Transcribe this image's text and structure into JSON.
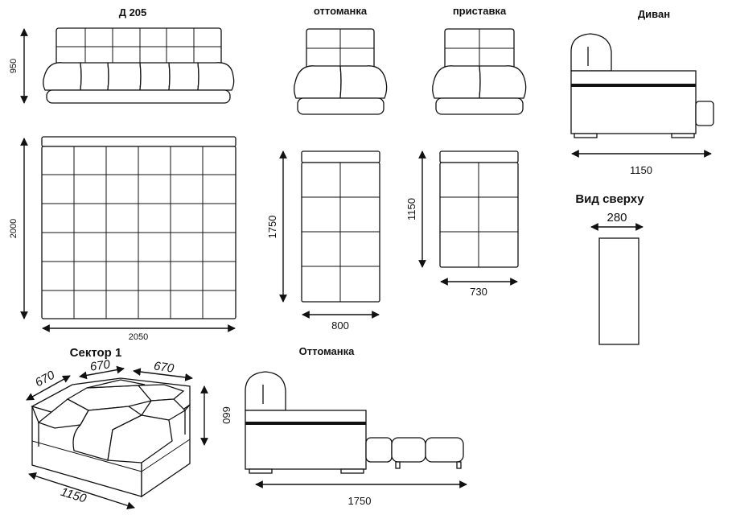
{
  "titles": {
    "model": "Д 205",
    "ottoman_top": "оттоманка",
    "extension": "приставка",
    "sofa": "Диван",
    "top_view": "Вид сверху",
    "sector": "Сектор 1",
    "ottoman_side": "Оттоманка"
  },
  "dimensions": {
    "model_height": "950",
    "model_depth": "2000",
    "model_width": "2050",
    "ottoman_length": "1750",
    "ottoman_width": "800",
    "extension_length": "1150",
    "extension_width": "730",
    "sofa_depth": "1150",
    "top_view_width": "280",
    "sector_a": "670",
    "sector_b": "670",
    "sector_c": "670",
    "sector_height": "660",
    "sector_depth": "1150",
    "ottoman_side_length": "1750"
  }
}
